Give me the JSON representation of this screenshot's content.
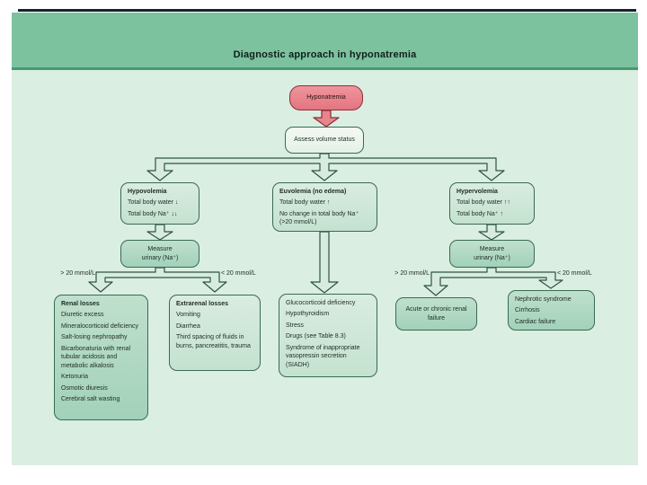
{
  "slide": {
    "title": "Diagnostic approach in hyponatremia"
  },
  "nodes": {
    "root": {
      "label": "Hyponatremia"
    },
    "assess": {
      "label": "Assess volume status"
    },
    "hypovolemia": {
      "heading": "Hypovolemia",
      "lines": [
        "Total body water ↓",
        "Total body Na⁺ ↓↓"
      ]
    },
    "euvolemia": {
      "heading": "Euvolemia (no edema)",
      "lines": [
        "Total body water ↑",
        "No change in total body Na⁺ (>20 mmol/L)"
      ]
    },
    "hypervolemia": {
      "heading": "Hypervolemia",
      "lines": [
        "Total body water ↑↑",
        "Total body Na⁺ ↑"
      ]
    },
    "measure_left": {
      "lines": [
        "Measure",
        "urinary (Na⁺)"
      ]
    },
    "measure_right": {
      "lines": [
        "Measure",
        "urinary (Na⁺)"
      ]
    },
    "renal_losses": {
      "heading": "Renal losses",
      "items": [
        "Diuretic excess",
        "Mineralocorticoid deficiency",
        "Salt-losing nephropathy",
        "Bicarbonaturia with renal tubular acidosis and metabolic alkalosis",
        "Ketonuria",
        "Osmotic diuresis",
        "Cerebral salt wasting"
      ]
    },
    "extrarenal_losses": {
      "heading": "Extrarenal losses",
      "items": [
        "Vomiting",
        "Diarrhea",
        "Third spacing of fluids in burns, pancreatitis, trauma"
      ]
    },
    "euvolemia_causes": {
      "items": [
        "Glucocorticoid deficiency",
        "Hypothyroidism",
        "Stress",
        "Drugs (see Table 8.3)",
        "Syndrome of inappropriate vasopressin secretion (SIADH)"
      ]
    },
    "renal_failure": {
      "label": "Acute or chronic renal failure"
    },
    "edematous": {
      "items": [
        "Nephrotic syndrome",
        "Cirrhosis",
        "Cardiac failure"
      ]
    }
  },
  "split_labels": {
    "left_branch": {
      "gt": "> 20 mmol/L",
      "lt": "< 20 mmol/L"
    },
    "right_branch": {
      "gt": "> 20 mmol/L",
      "lt": "< 20 mmol/L"
    }
  },
  "colors": {
    "header_green": "#7cc29e",
    "header_separator": "#479973",
    "panel_green": "#daeee2",
    "node_green_light": "#cde7d7",
    "node_green_dark": "#a9d6bc",
    "node_pale": "#edf6ee",
    "alert_red": "#e8848d",
    "alert_red_border": "#8e2f3a",
    "outline_dark_green": "#2e5345",
    "top_rule_navy": "#16222e",
    "text_dark": "#1e2b24"
  }
}
